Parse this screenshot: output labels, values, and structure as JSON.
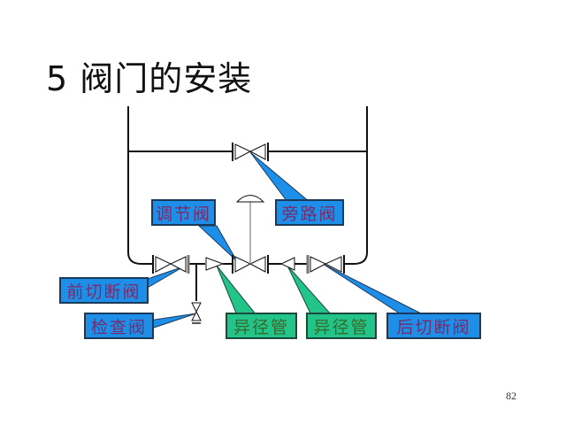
{
  "slide": {
    "title": "5  阀门的安装",
    "page_number": "82"
  },
  "labels": {
    "bypass_valve": "旁路阀",
    "control_valve": "调节阀",
    "upstream_shutoff_valve": "前切断阀",
    "check_valve": "检查阀",
    "reducer_1": "异径管",
    "reducer_2": "异径管",
    "downstream_shutoff_valve": "后切断阀"
  },
  "colors": {
    "blue_callout": "#1e8fe8",
    "green_callout": "#22c48a",
    "label_text": "#7a2a6a"
  }
}
